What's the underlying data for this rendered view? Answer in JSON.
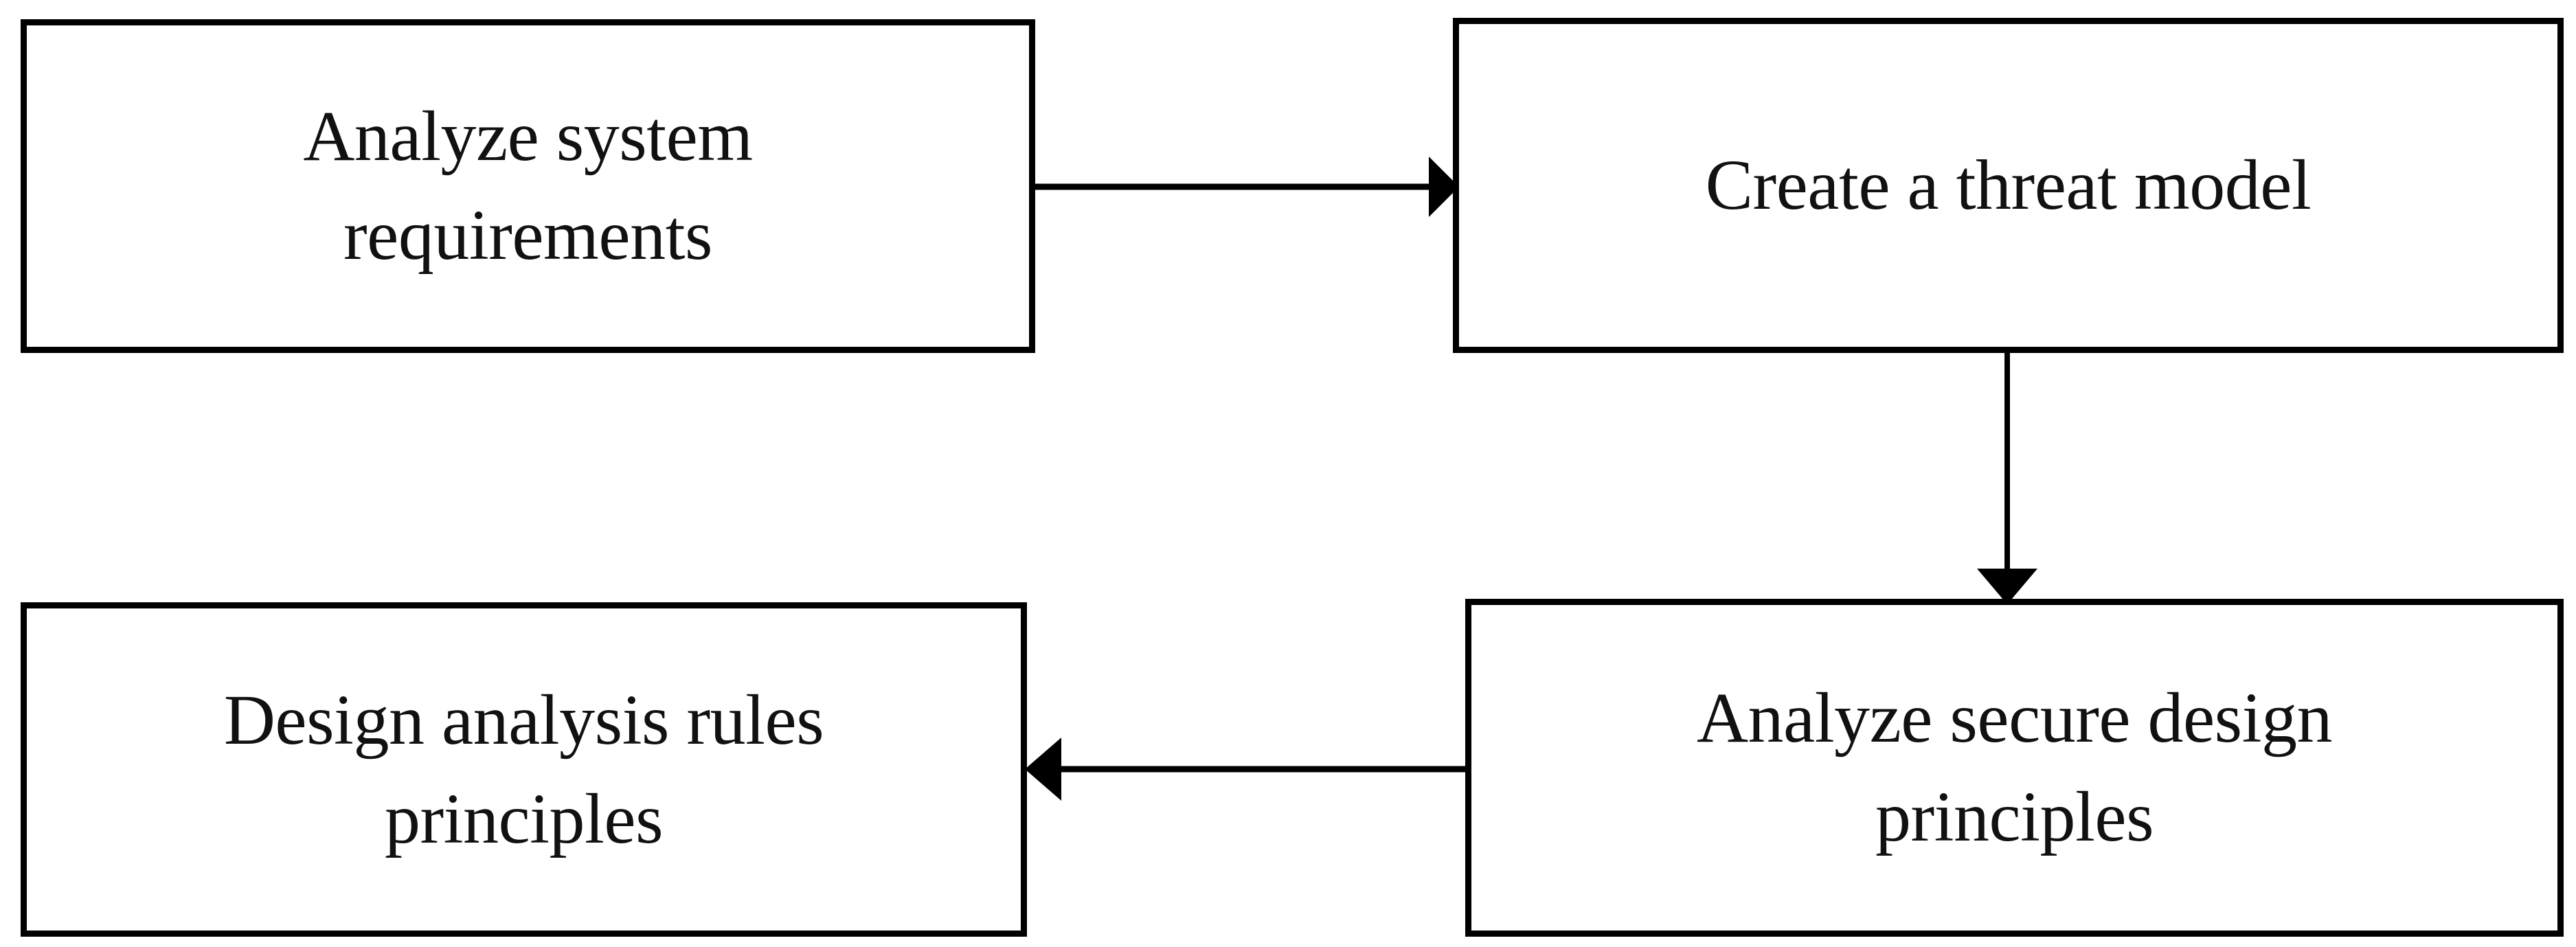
{
  "diagram": {
    "type": "flowchart",
    "orientation": "2x2-cycle",
    "background_color": "#ffffff",
    "line_color": "#000000",
    "text_color": "#111111",
    "nodes": [
      {
        "id": "analyze-requirements",
        "label": "Analyze system\nrequirements",
        "shape": "rectangle",
        "position": "top-left"
      },
      {
        "id": "threat-model",
        "label": "Create a threat model",
        "shape": "rectangle",
        "position": "top-right"
      },
      {
        "id": "design-rules",
        "label": "Design analysis rules\nprinciples",
        "shape": "rectangle",
        "position": "bottom-left"
      },
      {
        "id": "secure-principles",
        "label": "Analyze secure design\nprinciples",
        "shape": "rectangle",
        "position": "bottom-right"
      }
    ],
    "edges": [
      {
        "id": "requirements-to-threat",
        "from": "analyze-requirements",
        "to": "threat-model",
        "direction": "right",
        "label": ""
      },
      {
        "id": "threat-to-principles",
        "from": "threat-model",
        "to": "secure-principles",
        "direction": "down",
        "label": ""
      },
      {
        "id": "principles-to-rules",
        "from": "secure-principles",
        "to": "design-rules",
        "direction": "left",
        "label": ""
      }
    ]
  }
}
